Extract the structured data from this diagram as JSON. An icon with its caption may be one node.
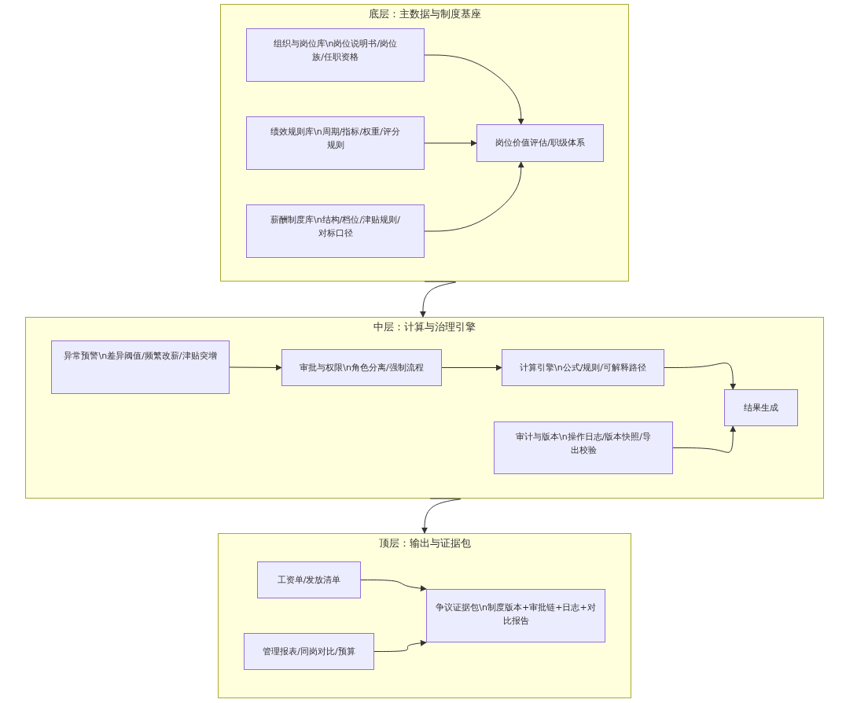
{
  "diagram": {
    "nodes": [
      {
        "text": [
          "底层：主数据与制度基座"
        ]
      },
      {
        "text": [
          "组织与岗位库\\n岗位说明书/岗位族/任职资格"
        ],
        "in": 0
      },
      {
        "text": [
          "绩效规则库\\n周期/指标/权重/评分规则"
        ],
        "in": 0
      },
      {
        "text": [
          "薪酬制度库\\n结构/档位/津贴规则/对标口径"
        ],
        "in": 0
      },
      {
        "text": [
          "岗位价值评估/职级体系"
        ],
        "in": 0
      },
      {
        "text": [
          "中层：计算与治理引擎"
        ]
      },
      {
        "text": [
          "异常预警\\n差异阈值/频繁改薪/津贴突增"
        ],
        "in": 5
      },
      {
        "text": [
          "审批与权限\\n角色分离/强制流程"
        ],
        "in": 5
      },
      {
        "text": [
          "计算引擎\\n公式/规则/可解释路径"
        ],
        "in": 5
      },
      {
        "text": [
          "审计与版本\\n操作日志/版本快照/导出校验"
        ],
        "in": 5
      },
      {
        "text": [
          "结果生成"
        ],
        "in": 5
      },
      {
        "text": [
          "顶层：输出与证据包"
        ]
      },
      {
        "text": [
          "工资单/发放清单"
        ],
        "in": 11
      },
      {
        "text": [
          "管理报表/同岗对比/预算"
        ],
        "in": 11
      },
      {
        "text": [
          "争议证据包\\n制度版本+审批链+日志+对比报告"
        ],
        "in": 11
      }
    ],
    "edges": [
      {
        "from": 1,
        "to": 4,
        "arrow": "to"
      },
      {
        "from": 2,
        "to": 4,
        "arrow": "to"
      },
      {
        "from": 3,
        "to": 4,
        "arrow": "to"
      },
      {
        "from": 0,
        "to": 5,
        "arrow": "to"
      },
      {
        "from": 6,
        "to": 7,
        "arrow": "to"
      },
      {
        "from": 7,
        "to": 8,
        "arrow": "to"
      },
      {
        "from": 8,
        "to": 10,
        "arrow": "to"
      },
      {
        "from": 9,
        "to": 10,
        "arrow": "to"
      },
      {
        "from": 5,
        "to": 11,
        "arrow": "to"
      },
      {
        "from": 12,
        "to": 14,
        "arrow": "to"
      },
      {
        "from": 13,
        "to": 14,
        "arrow": "to"
      }
    ]
  }
}
